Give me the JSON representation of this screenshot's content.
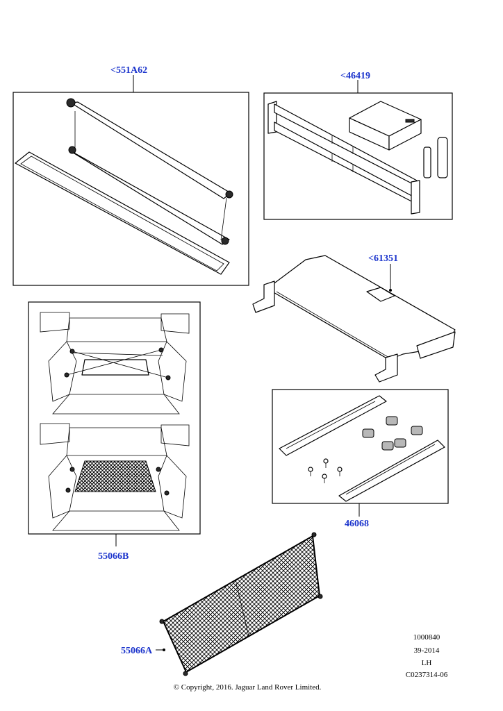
{
  "callouts": {
    "c551A62": "<551A62",
    "c46419": "<46419",
    "c61351": "<61351",
    "c46068": "46068",
    "c55066B": "55066B",
    "c55066A": "55066A"
  },
  "reference": {
    "line1": "1000840",
    "line2": "39-2014",
    "line3": "LH",
    "line4": "C0237314-06"
  },
  "copyright": "© Copyright, 2016. Jaguar Land Rover Limited.",
  "colors": {
    "callout": "#1a33cc",
    "line": "#000000"
  }
}
